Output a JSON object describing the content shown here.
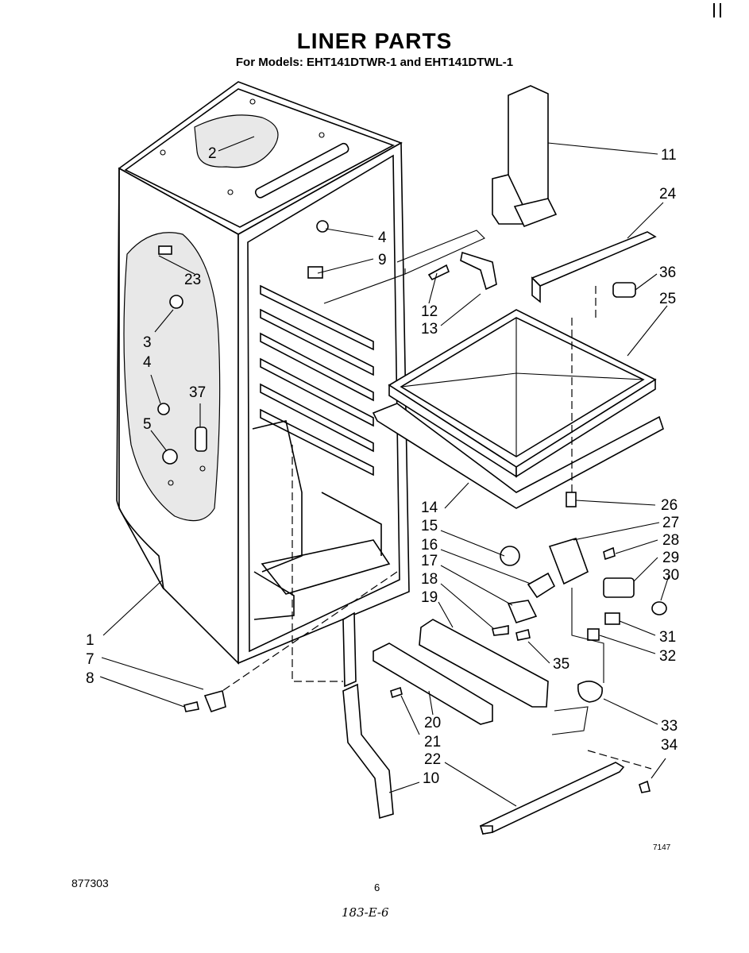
{
  "title": "LINER PARTS",
  "subtitle": "For Models: EHT141DTWR-1 and EHT141DTWL-1",
  "footer": {
    "doc_number": "877303",
    "page_number": "6",
    "handwritten_note": "183-E-6",
    "drawing_id": "7147"
  },
  "callouts": {
    "c1": "1",
    "c2": "2",
    "c3": "3",
    "c4a": "4",
    "c4b": "4",
    "c5": "5",
    "c7": "7",
    "c8": "8",
    "c9": "9",
    "c10": "10",
    "c11": "11",
    "c12": "12",
    "c13": "13",
    "c14": "14",
    "c15": "15",
    "c16": "16",
    "c17": "17",
    "c18": "18",
    "c19": "19",
    "c20": "20",
    "c21": "21",
    "c22": "22",
    "c23": "23",
    "c24": "24",
    "c25": "25",
    "c26": "26",
    "c27": "27",
    "c28": "28",
    "c29": "29",
    "c30": "30",
    "c31": "31",
    "c32": "32",
    "c33": "33",
    "c34": "34",
    "c35": "35",
    "c36": "36",
    "c37": "37"
  }
}
